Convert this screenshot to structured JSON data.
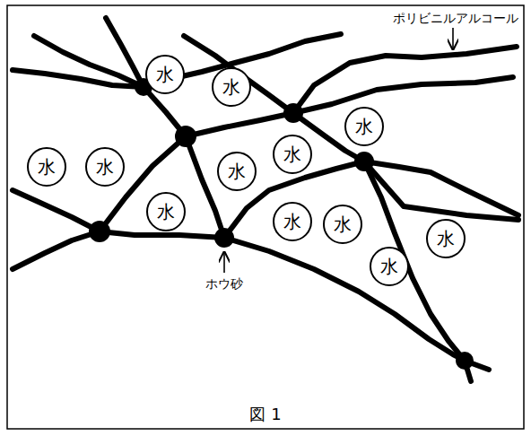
{
  "diagram": {
    "caption": "図 1",
    "nodes": [
      {
        "text": [
          "水"
        ]
      },
      {
        "text": [
          "水"
        ]
      },
      {
        "text": [
          "水"
        ]
      },
      {
        "text": [
          "水"
        ]
      },
      {
        "text": [
          "水"
        ]
      },
      {
        "text": [
          "水"
        ]
      },
      {
        "text": [
          "水"
        ]
      },
      {
        "text": [
          "水"
        ]
      },
      {
        "text": [
          "水"
        ]
      },
      {
        "text": [
          "水"
        ]
      },
      {
        "text": [
          "水"
        ]
      },
      {
        "text": [
          "水"
        ]
      }
    ],
    "labels": [
      "ポリビニルアルコール",
      "ホウ砂"
    ]
  }
}
